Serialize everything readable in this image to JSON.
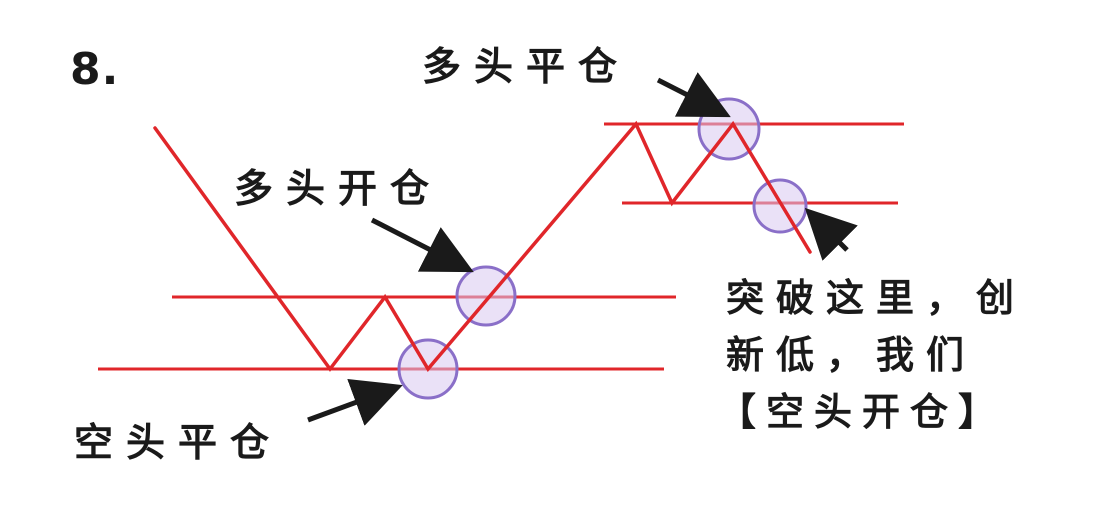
{
  "figure_number": "8.",
  "labels": {
    "long_open": "多头开仓",
    "long_close": "多头平仓",
    "short_close": "空头平仓",
    "breakout_line1": "突破这里，创",
    "breakout_line2": "新低，我们",
    "breakout_line3": "【空头开仓】"
  },
  "colors": {
    "price_line": "#e0262a",
    "support_resistance": "#e0262a",
    "circle_stroke": "#8a6fc8",
    "circle_fill": "#d9c8f0",
    "arrow": "#1a1a1a",
    "text": "#1a1a1a"
  }
}
